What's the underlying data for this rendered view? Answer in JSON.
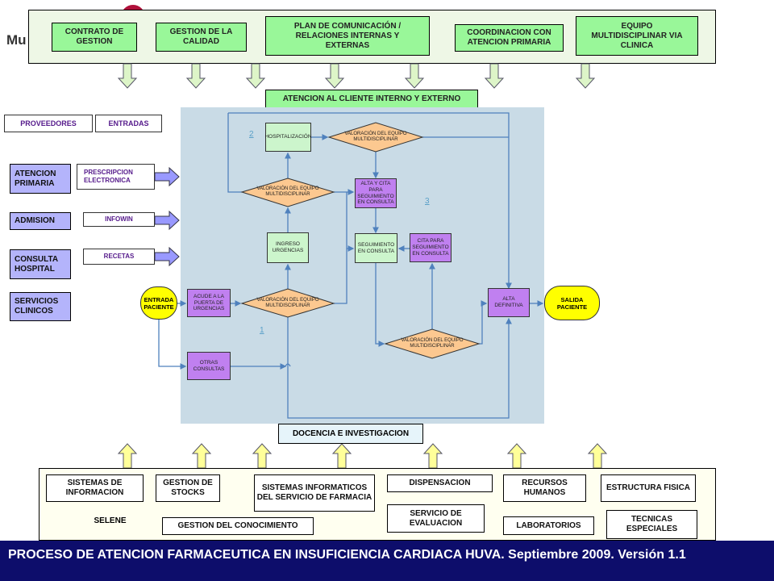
{
  "logo_text": "Mu",
  "top": {
    "items": [
      "CONTRATO DE GESTION",
      "GESTION DE LA CALIDAD",
      "PLAN DE COMUNICACIÓN / RELACIONES INTERNAS Y EXTERNAS",
      "COORDINACION CON ATENCION PRIMARIA",
      "EQUIPO MULTIDISCIPLINAR VIA CLINICA"
    ]
  },
  "atencion_cliente": "ATENCION AL CLIENTE INTERNO Y EXTERNO",
  "docencia": "DOCENCIA E INVESTIGACION",
  "left": {
    "proveedores": "PROVEEDORES",
    "entradas": "ENTRADAS",
    "providers": [
      "ATENCION PRIMARIA",
      "ADMISION",
      "CONSULTA HOSPITAL",
      "SERVICIOS CLINICOS"
    ],
    "inputs": [
      "PRESCRIPCION ELECTRONICA",
      "INFOWIN",
      "RECETAS"
    ]
  },
  "flow": {
    "hospitalizacion": "HOSPITALIZACIÓN",
    "valoracion": "VALORACIÓN DEL EQUIPO MULTIDISCIPLINAR",
    "alta_cita": "ALTA Y CITA PARA SEGUIMIENTO EN CONSULTA",
    "ingreso": "INGRESO URGENCIAS",
    "seguimiento": "SEGUIMIENTO EN CONSULTA",
    "cita": "CITA PARA SEGUIMIENTO EN CONSULTA",
    "entrada": "ENTRADA PACIENTE",
    "acude": "ACUDE A LA PUERTA DE URGENCIAS",
    "alta_definitiva": "ALTA DEFINITIVA",
    "salida": "SALIDA PACIENTE",
    "otras": "OTRAS CONSULTAS",
    "n1": "1",
    "n2": "2",
    "n3": "3"
  },
  "bottom": {
    "sistemas_info": "SISTEMAS DE INFORMACION",
    "stocks": "GESTION DE STOCKS",
    "sist_farmacia": "SISTEMAS INFORMATICOS DEL SERVICIO DE FARMACIA",
    "dispensacion": "DISPENSACION",
    "rrhh": "RECURSOS HUMANOS",
    "estructura": "ESTRUCTURA FISICA",
    "selene": "SELENE",
    "conocimiento": "GESTION DEL CONOCIMIENTO",
    "evaluacion": "SERVICIO DE EVALUACION",
    "laboratorios": "LABORATORIOS",
    "tecnicas": "TECNICAS ESPECIALES"
  },
  "footer": "PROCESO DE ATENCION FARMACEUTICA EN INSUFICIENCIA CARDIACA HUVA.  Septiembre 2009. Versión 1.1"
}
